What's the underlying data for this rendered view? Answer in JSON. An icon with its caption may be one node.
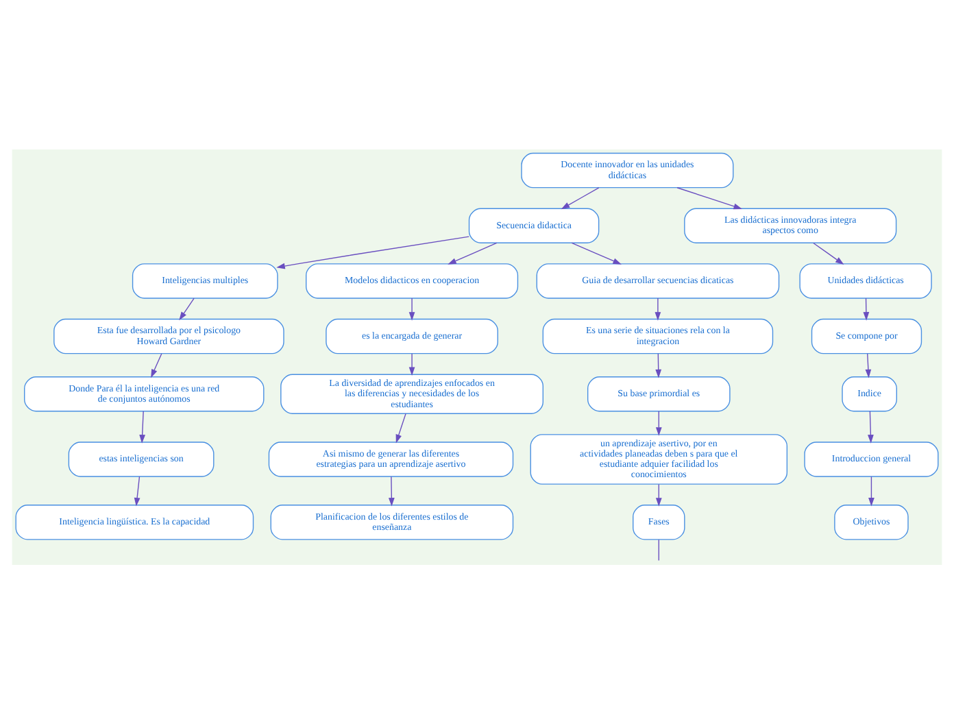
{
  "diagram": {
    "nodes": [
      {
        "text": [
          "Docente innovador en las unidades didácticas"
        ]
      },
      {
        "text": [
          "Secuencia didactica"
        ]
      },
      {
        "text": [
          "Las didácticas innovadoras integra aspectos como"
        ]
      },
      {
        "text": [
          "Unidades didácticas"
        ]
      },
      {
        "text": [
          "Se compone por"
        ]
      },
      {
        "text": [
          "Indice"
        ]
      },
      {
        "text": [
          "Introduccion general"
        ]
      },
      {
        "text": [
          "Objetivos"
        ]
      },
      {
        "text": [
          "Inteligencias multiples"
        ]
      },
      {
        "text": [
          "Esta fue desarrollada por el psicologo Howard Gardner"
        ]
      },
      {
        "text": [
          "Donde Para él la inteligencia es una red de conjuntos autónomos"
        ]
      },
      {
        "text": [
          "estas inteligencias son"
        ]
      },
      {
        "text": [
          "Inteligencia lingüística. Es la capacidad"
        ]
      },
      {
        "text": [
          "Modelos didacticos en cooperacion"
        ]
      },
      {
        "text": [
          "es la encargada de generar"
        ]
      },
      {
        "text": [
          "La diversidad de aprendizajes enfocados en las diferencias y necesidades de los estudiantes"
        ]
      },
      {
        "text": [
          "Asi mismo de generar las diferentes estrategias para un aprendizaje asertivo"
        ]
      },
      {
        "text": [
          "Planificacion de los diferentes estilos de enseñanza"
        ]
      },
      {
        "text": [
          "Guia de desarrollar secuencias dicaticas"
        ]
      },
      {
        "text": [
          "Es una serie de situaciones rela con la integracion"
        ]
      },
      {
        "text": [
          "Su base primordial es"
        ]
      },
      {
        "text": [
          "un aprendizaje asertivo, por en actividades planeadas deben s para que el estudiante adquier facilidad los conocimientos"
        ]
      },
      {
        "text": [
          "Fases"
        ]
      }
    ],
    "edges": [
      {
        "from": 0,
        "to": 2,
        "arrow": "to"
      },
      {
        "from": 0,
        "to": 1,
        "arrow": "to"
      },
      {
        "from": 2,
        "to": 3,
        "arrow": "to"
      },
      {
        "from": 3,
        "to": 4,
        "arrow": "to"
      },
      {
        "from": 4,
        "to": 5,
        "arrow": "to"
      },
      {
        "from": 5,
        "to": 6,
        "arrow": "to"
      },
      {
        "from": 6,
        "to": 7,
        "arrow": "to"
      },
      {
        "from": 1,
        "to": 8,
        "arrow": "to"
      },
      {
        "from": 8,
        "to": 9,
        "arrow": "to"
      },
      {
        "from": 9,
        "to": 10,
        "arrow": "to"
      },
      {
        "from": 10,
        "to": 11,
        "arrow": "to"
      },
      {
        "from": 11,
        "to": 12,
        "arrow": "to"
      },
      {
        "from": 1,
        "to": 13,
        "arrow": "to"
      },
      {
        "from": 13,
        "to": 14,
        "arrow": "to"
      },
      {
        "from": 14,
        "to": 15,
        "arrow": "to"
      },
      {
        "from": 15,
        "to": 16,
        "arrow": "to"
      },
      {
        "from": 16,
        "to": 17,
        "arrow": "to"
      },
      {
        "from": 1,
        "to": 18,
        "arrow": "to"
      },
      {
        "from": 18,
        "to": 19,
        "arrow": "to"
      },
      {
        "from": 19,
        "to": 20,
        "arrow": "to"
      },
      {
        "from": 20,
        "to": 21,
        "arrow": "to"
      },
      {
        "from": 21,
        "to": 22,
        "arrow": "to"
      },
      {
        "from": 22,
        "to": null,
        "arrow": "none"
      }
    ]
  }
}
